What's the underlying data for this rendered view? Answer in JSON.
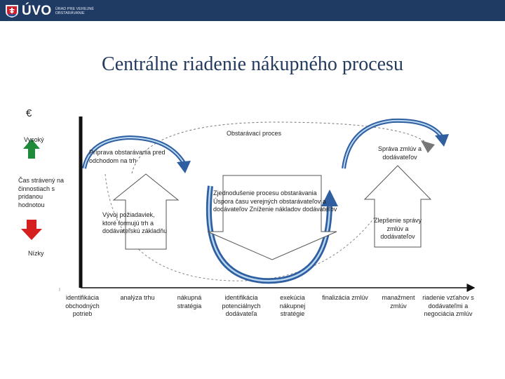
{
  "header": {
    "logo_text": "ÚVO",
    "logo_subtitle": "ÚRAD PRE VEREJNÉ OBSTARÁVANIE"
  },
  "title": "Centrálne riadenie nákupného procesu",
  "axis": {
    "currency_symbol": "€",
    "high_label": "Vysoký",
    "low_label": "Nízky",
    "value_label": "Čas strávený na činnostiach s pridanou hodnotou"
  },
  "colors": {
    "header_bg": "#1f3a63",
    "title": "#243b5e",
    "arrow_fill": "#2f5fa0",
    "arrow_highlight": "#b9d7f0",
    "up_arrow": "#1f8a3a",
    "down_arrow": "#d62020"
  },
  "process_label": "Obstarávací proces",
  "phases": {
    "preparation": "Príprava obstarávania pred odchodom na trh",
    "contract_management": "Správa zmlúv a dodávateľov",
    "requirements": "Vývoj požiadaviek, ktoré formujú trh a dodávateľskú základňu",
    "simplification": "Zjednodušenie procesu obstarávania Úspora času verejných obstarávateľov a dodávateľov Zníženie nákladov dodávateľov",
    "improvement": "Zlepšenie správy zmlúv a dodávateľov"
  },
  "steps": [
    "identifikácia obchodných potrieb",
    "analýza trhu",
    "nákupná stratégia",
    "identifikácia potenciálnych dodávateľa",
    "exekúcia nákupnej stratégie",
    "finalizácia zmlúv",
    "manažment zmlúv",
    "riadenie vzťahov s dodávateľmi a negociácia zmlúv"
  ]
}
